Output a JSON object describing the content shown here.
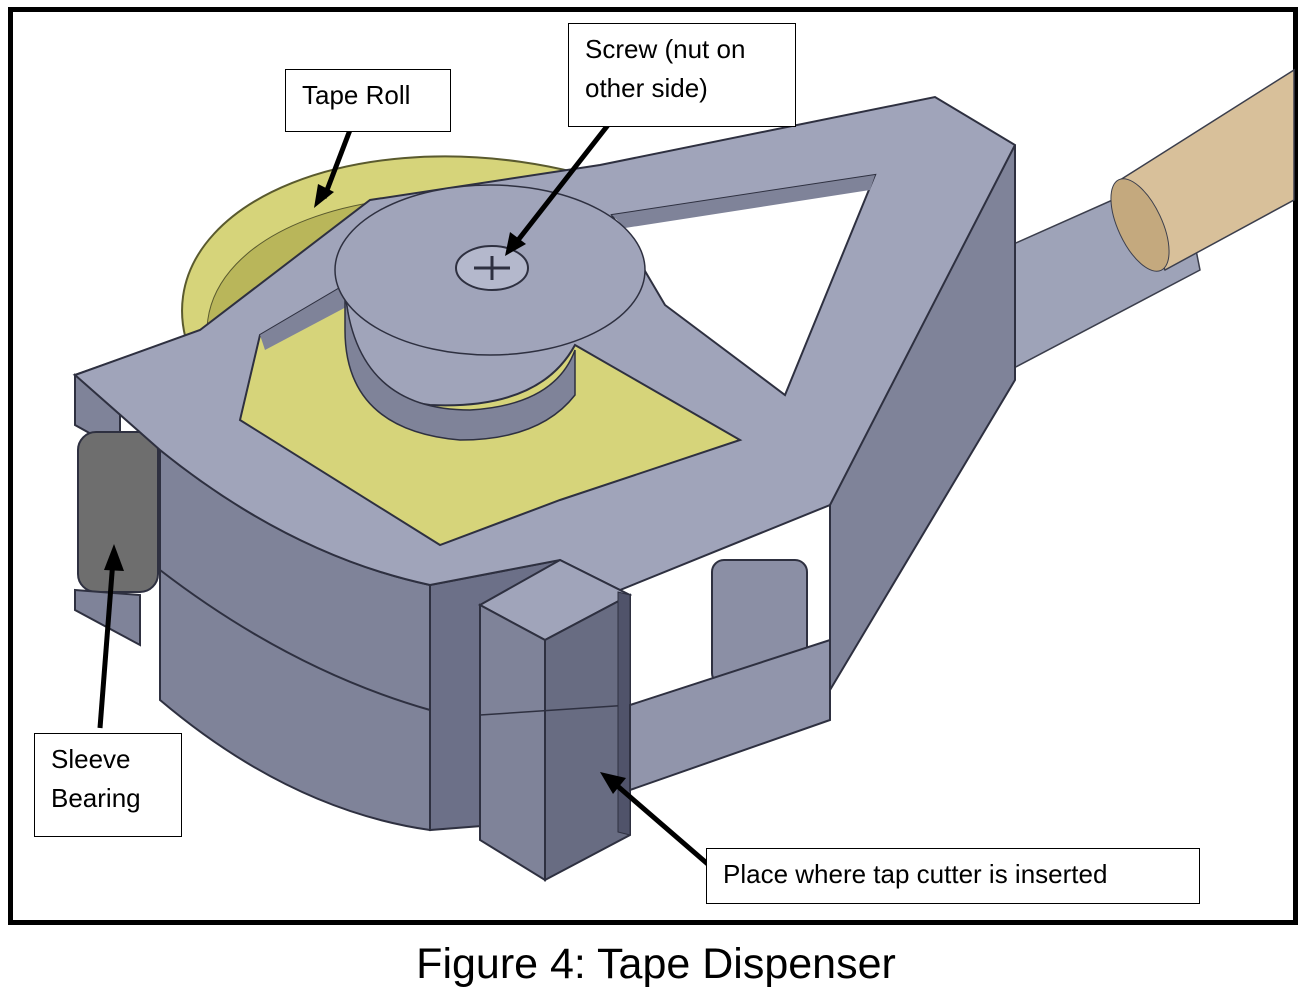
{
  "labels": {
    "tape_roll": "Tape Roll",
    "screw": "Screw (nut on\nother side)",
    "sleeve_bearing": "Sleeve\nBearing",
    "cutter_slot": "Place where tap cutter is inserted"
  },
  "caption": "Figure 4: Tape Dispenser",
  "colors": {
    "frame_light": "#a0a4ba",
    "frame_mid": "#7f8399",
    "frame_dark": "#686c82",
    "tape": "#d6d47a",
    "tape_dark": "#b9b65a",
    "handle": "#d8c09a",
    "shaft": "#9ea3b8",
    "bearing": "#6e6e6e",
    "arrow": "#000000"
  }
}
